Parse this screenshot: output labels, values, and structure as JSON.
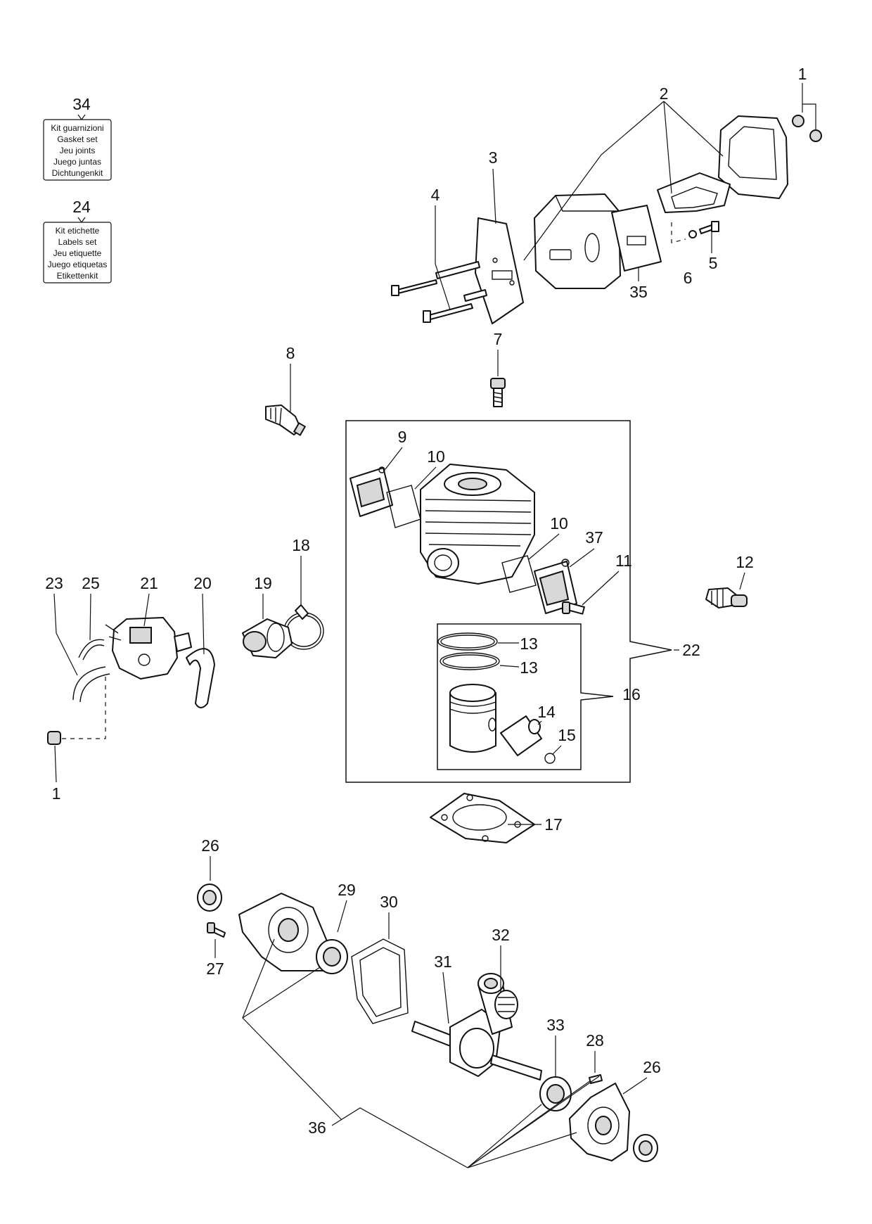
{
  "callouts": {
    "c1_top": "1",
    "c2": "2",
    "c3": "3",
    "c4": "4",
    "c5": "5",
    "c6": "6",
    "c35": "35",
    "c7": "7",
    "c8": "8",
    "c9": "9",
    "c10_a": "10",
    "c10_b": "10",
    "c37": "37",
    "c11": "11",
    "c12": "12",
    "c13_a": "13",
    "c13_b": "13",
    "c14": "14",
    "c15": "15",
    "c16": "16",
    "c22": "22",
    "c17": "17",
    "c18": "18",
    "c19": "19",
    "c20": "20",
    "c21": "21",
    "c23": "23",
    "c25": "25",
    "c1_bottom": "1",
    "c26_a": "26",
    "c26_b": "26",
    "c27": "27",
    "c28": "28",
    "c29": "29",
    "c30": "30",
    "c31": "31",
    "c32": "32",
    "c33": "33",
    "c36": "36",
    "c34": "34",
    "c24": "24"
  },
  "kits": {
    "gasket": {
      "number": "34",
      "lines": [
        "Kit guarnizioni",
        "Gasket set",
        "Jeu joints",
        "Juego juntas",
        "Dichtungenkit"
      ]
    },
    "labels": {
      "number": "24",
      "lines": [
        "Kit etichette",
        "Labels set",
        "Jeu etiquette",
        "Juego etiquetas",
        "Etikettenkit"
      ]
    }
  }
}
